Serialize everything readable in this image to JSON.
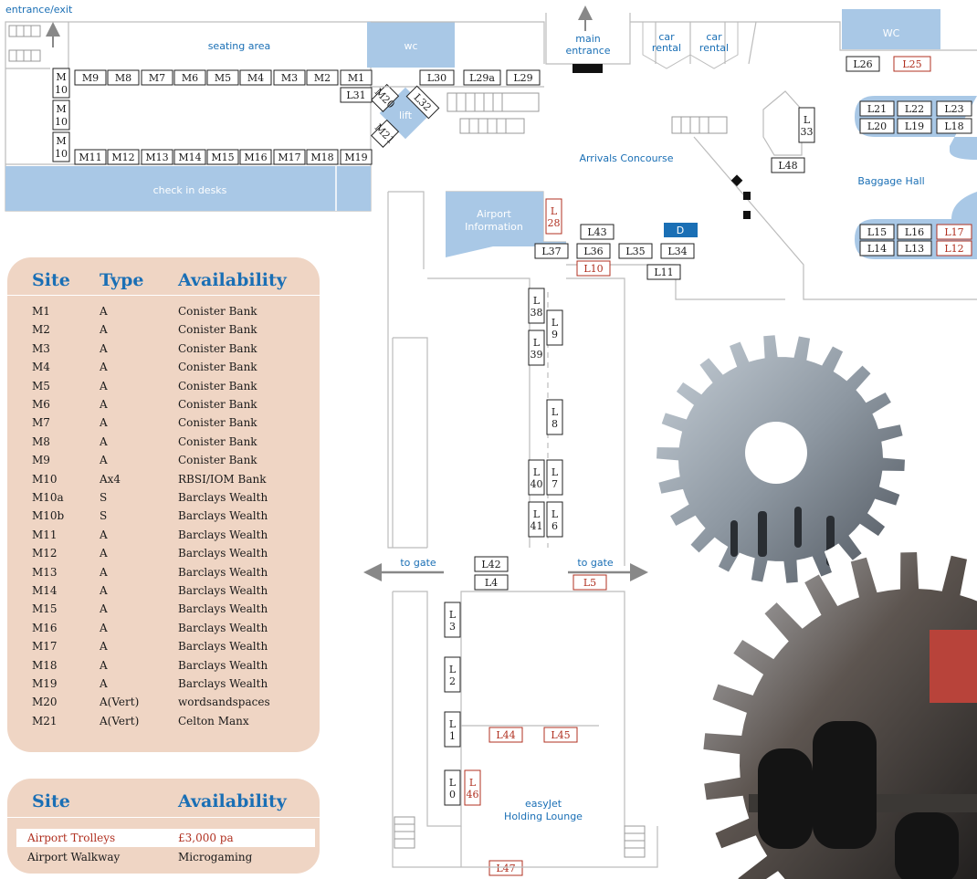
{
  "header": {
    "entrance_exit": "entrance/exit"
  },
  "areas": {
    "seating_area": "seating area",
    "wc_left": "wc",
    "wc_right": "WC",
    "main_entrance": [
      "main",
      "entrance"
    ],
    "car_rental_1": [
      "car",
      "rental"
    ],
    "car_rental_2": [
      "car",
      "rental"
    ],
    "check_in_desks": "check in desks",
    "lift": "lift",
    "arrivals_concourse": "Arrivals Concourse",
    "baggage_hall": "Baggage Hall",
    "airport_information": [
      "Airport",
      "Information"
    ],
    "to_gate_left": "to gate",
    "to_gate_right": "to gate",
    "holding_lounge": [
      "easyJet",
      "Holding Lounge"
    ],
    "d_site": "D"
  },
  "sites": {
    "m_top": [
      "M9",
      "M8",
      "M7",
      "M6",
      "M5",
      "M4",
      "M3",
      "M2",
      "M1"
    ],
    "m_bottom": [
      "M11",
      "M12",
      "M13",
      "M14",
      "M15",
      "M16",
      "M17",
      "M18",
      "M19"
    ],
    "m10": [
      "M",
      "10"
    ],
    "m20": "M20",
    "m21": "M21",
    "l_labels": {
      "L30": "L30",
      "L29a": "L29a",
      "L29": "L29",
      "L31": "L31",
      "L32": "L32",
      "L26": "L26",
      "L25": "L25",
      "L21": "L21",
      "L22": "L22",
      "L23": "L23",
      "L20": "L20",
      "L19": "L19",
      "L18": "L18",
      "L48": "L48",
      "L15": "L15",
      "L16": "L16",
      "L17": "L17",
      "L14": "L14",
      "L13": "L13",
      "L12": "L12",
      "L43": "L43",
      "L37": "L37",
      "L36": "L36",
      "L35": "L35",
      "L34": "L34",
      "L10": "L10",
      "L11": "L11",
      "L42": "L42",
      "L4": "L4",
      "L5": "L5",
      "L44": "L44",
      "L45": "L45",
      "L47": "L47"
    },
    "l_vertical": {
      "L33": [
        "L",
        "33"
      ],
      "L28": [
        "L",
        "28"
      ],
      "L38": [
        "L",
        "38"
      ],
      "L9": [
        "L",
        "9"
      ],
      "L39": [
        "L",
        "39"
      ],
      "L8": [
        "L",
        "8"
      ],
      "L40": [
        "L",
        "40"
      ],
      "L7": [
        "L",
        "7"
      ],
      "L41": [
        "L",
        "41"
      ],
      "L6": [
        "L",
        "6"
      ],
      "L3": [
        "L",
        "3"
      ],
      "L2": [
        "L",
        "2"
      ],
      "L1": [
        "L",
        "1"
      ],
      "L0": [
        "L",
        "0"
      ],
      "L46": [
        "L",
        "46"
      ]
    }
  },
  "availability_table": {
    "headers": {
      "site": "Site",
      "type": "Type",
      "availability": "Availability"
    },
    "rows": [
      {
        "site": "M1",
        "type": "A",
        "availability": "Conister Bank"
      },
      {
        "site": "M2",
        "type": "A",
        "availability": "Conister Bank"
      },
      {
        "site": "M3",
        "type": "A",
        "availability": "Conister Bank"
      },
      {
        "site": "M4",
        "type": "A",
        "availability": "Conister Bank"
      },
      {
        "site": "M5",
        "type": "A",
        "availability": "Conister Bank"
      },
      {
        "site": "M6",
        "type": "A",
        "availability": "Conister Bank"
      },
      {
        "site": "M7",
        "type": "A",
        "availability": "Conister Bank"
      },
      {
        "site": "M8",
        "type": "A",
        "availability": "Conister Bank"
      },
      {
        "site": "M9",
        "type": "A",
        "availability": "Conister Bank"
      },
      {
        "site": "M10",
        "type": "Ax4",
        "availability": "RBSI/IOM Bank"
      },
      {
        "site": "M10a",
        "type": "S",
        "availability": "Barclays Wealth"
      },
      {
        "site": "M10b",
        "type": "S",
        "availability": "Barclays Wealth"
      },
      {
        "site": "M11",
        "type": "A",
        "availability": "Barclays Wealth"
      },
      {
        "site": "M12",
        "type": "A",
        "availability": "Barclays Wealth"
      },
      {
        "site": "M13",
        "type": "A",
        "availability": "Barclays Wealth"
      },
      {
        "site": "M14",
        "type": "A",
        "availability": "Barclays Wealth"
      },
      {
        "site": "M15",
        "type": "A",
        "availability": "Barclays Wealth"
      },
      {
        "site": "M16",
        "type": "A",
        "availability": "Barclays Wealth"
      },
      {
        "site": "M17",
        "type": "A",
        "availability": "Barclays Wealth"
      },
      {
        "site": "M18",
        "type": "A",
        "availability": "Barclays Wealth"
      },
      {
        "site": "M19",
        "type": "A",
        "availability": "Barclays Wealth"
      },
      {
        "site": "M20",
        "type": "A(Vert)",
        "availability": "wordsandspaces"
      },
      {
        "site": "M21",
        "type": "A(Vert)",
        "availability": "Celton Manx"
      }
    ]
  },
  "other_table": {
    "headers": {
      "site": "Site",
      "availability": "Availability"
    },
    "rows": [
      {
        "site": "Airport Trolleys",
        "availability": "£3,000 pa"
      },
      {
        "site": "Airport Walkway",
        "availability": "Microgaming"
      }
    ]
  },
  "colors": {
    "blue_area": "#a9c8e6",
    "blue_text": "#1a6fb5",
    "dark_blue": "#1a6fb5",
    "card_bg": "#efd5c4",
    "available_red": "#b03020",
    "walls": "#bcbcbc"
  }
}
